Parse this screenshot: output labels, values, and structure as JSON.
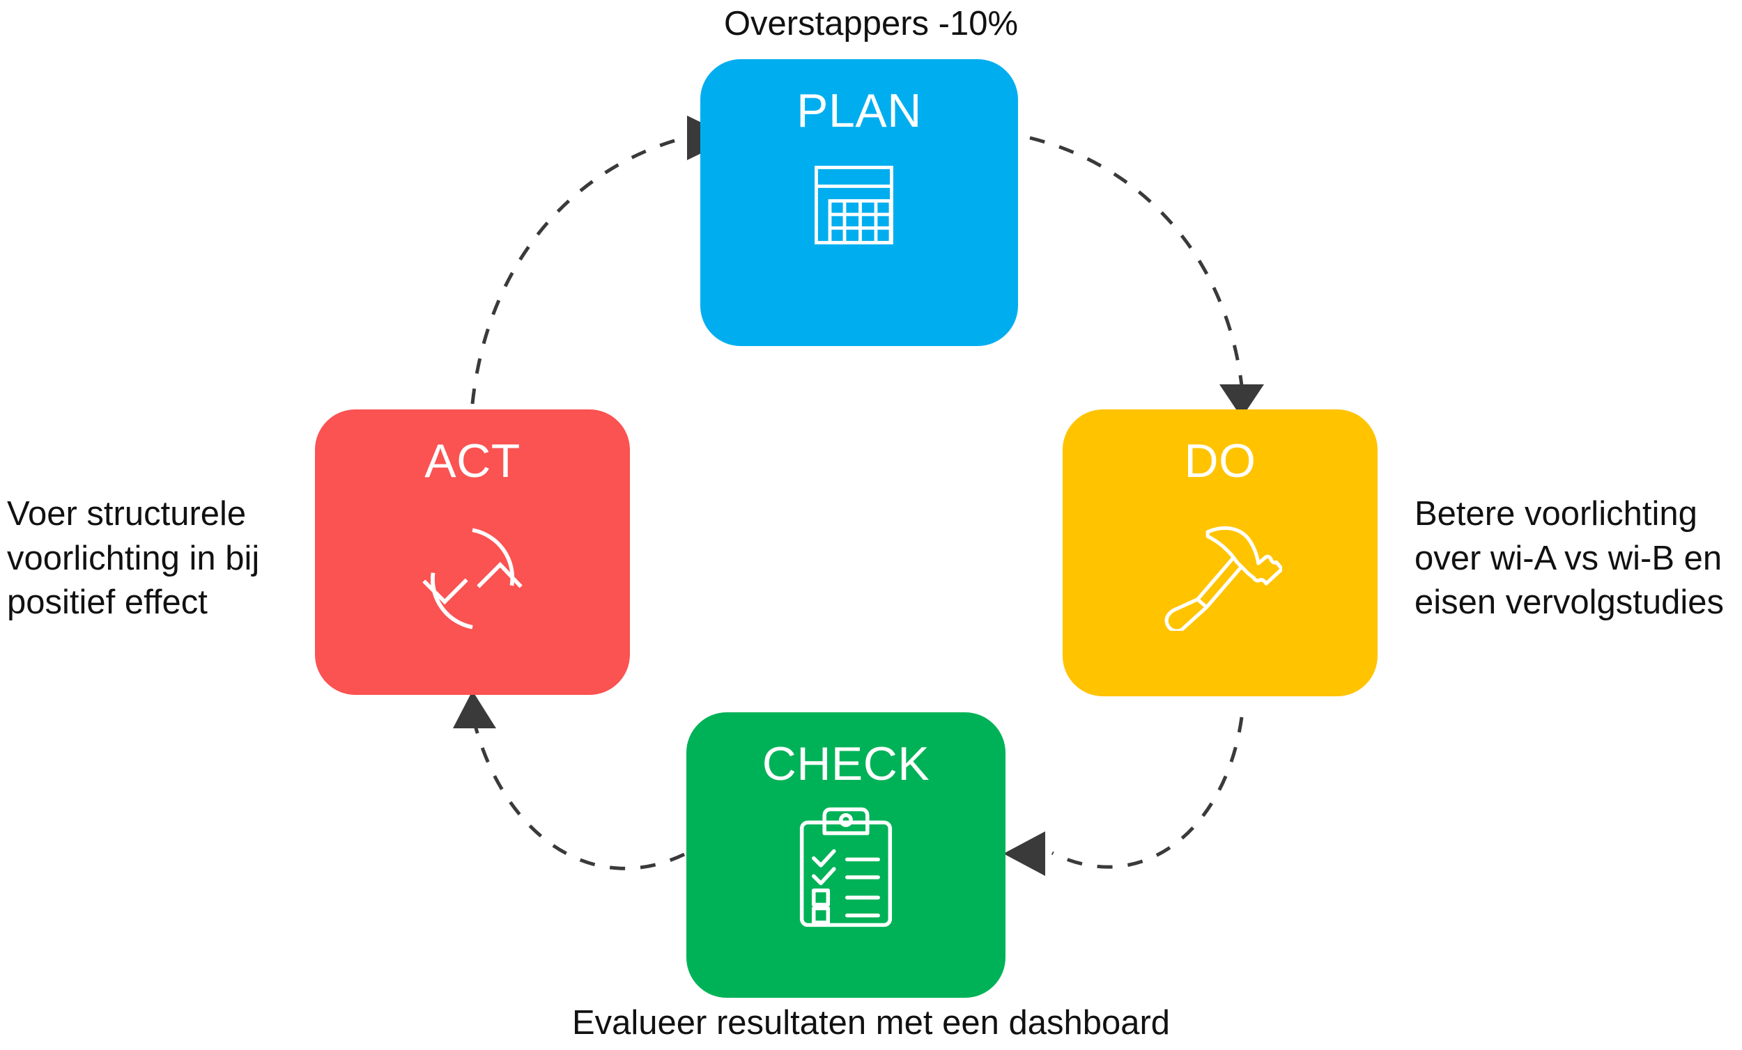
{
  "diagram": {
    "title": "PDCA cycle",
    "background_color": "#FFFFFF",
    "connector_color": "#3A3A3A",
    "connector_style": "dashed",
    "flow_direction": "clockwise",
    "nodes": [
      {
        "id": "plan",
        "label": "PLAN",
        "color": "#00AEEF",
        "icon": "calendar-icon",
        "position": "top"
      },
      {
        "id": "do",
        "label": "DO",
        "color": "#FFC300",
        "icon": "hammer-icon",
        "position": "right"
      },
      {
        "id": "check",
        "label": "CHECK",
        "color": "#00B257",
        "icon": "clipboard-checklist-icon",
        "position": "bottom"
      },
      {
        "id": "act",
        "label": "ACT",
        "color": "#FB5252",
        "icon": "refresh-cycle-icon",
        "position": "left"
      }
    ],
    "connections": [
      {
        "from": "act",
        "to": "plan",
        "arrow": "arrowhead-right"
      },
      {
        "from": "plan",
        "to": "do",
        "arrow": "arrowhead-down"
      },
      {
        "from": "do",
        "to": "check",
        "arrow": "arrowhead-left"
      },
      {
        "from": "check",
        "to": "act",
        "arrow": "arrowhead-up"
      }
    ],
    "captions": {
      "top": "Overstappers -10%",
      "right": "Betere voorlichting over wi-A vs wi-B en eisen vervolgstudies",
      "bottom": "Evalueer resultaten met een dashboard",
      "left": "Voer structurele voorlichting in bij positief effect"
    }
  }
}
